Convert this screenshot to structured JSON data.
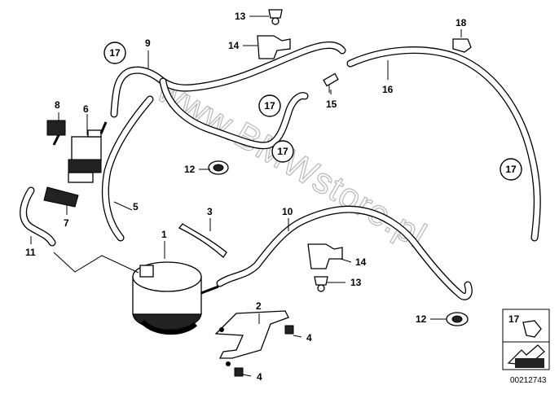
{
  "watermark": "www.BMWstore.pl",
  "diagram_id": "00212743",
  "legend": {
    "label": "17"
  },
  "callouts": {
    "c1": "1",
    "c2": "2",
    "c3": "3",
    "c4a": "4",
    "c4b": "4",
    "c5": "5",
    "c6": "6",
    "c7": "7",
    "c8": "8",
    "c9": "9",
    "c10": "10",
    "c11": "11",
    "c12a": "12",
    "c12b": "12",
    "c13a": "13",
    "c13b": "13",
    "c14a": "14",
    "c14b": "14",
    "c15": "15",
    "c16": "16",
    "c18": "18"
  },
  "circled": {
    "r1": "17",
    "r2": "17",
    "r3": "17",
    "r4": "17"
  }
}
